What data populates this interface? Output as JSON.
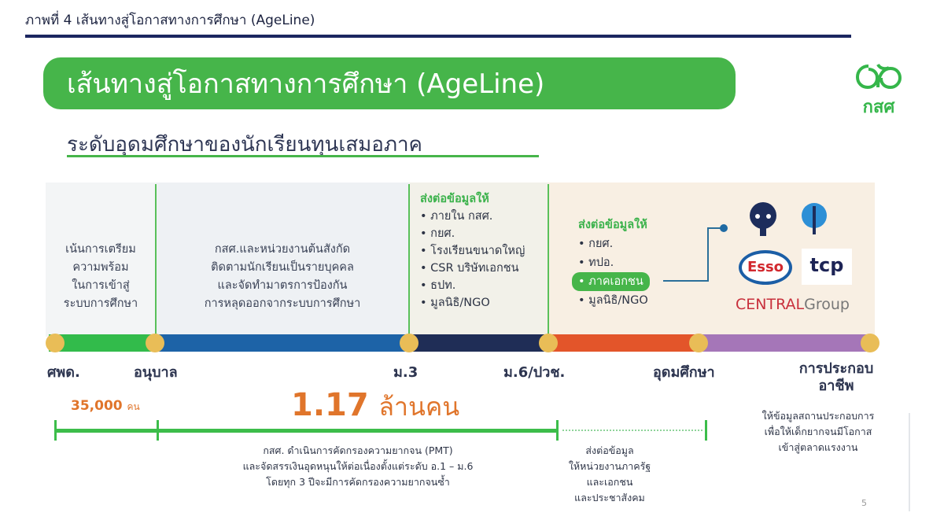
{
  "header": {
    "caption": "ภาพที่ 4 เส้นทางสู่โอกาสทางการศึกษา (AgeLine)"
  },
  "title": "เส้นทางสู่โอกาสทางการศึกษา (AgeLine)",
  "subtitle": "ระดับอุดมศึกษาของนักเรียนทุนเสมอภาค",
  "logo": {
    "text": "กสศ"
  },
  "panels": {
    "p1": [
      "เน้นการเตรียม",
      "ความพร้อม",
      "ในการเข้าสู่",
      "ระบบการศึกษา"
    ],
    "p2": [
      "กสศ.และหน่วยงานต้นสังกัด",
      "ติดตามนักเรียนเป็นรายบุคคล",
      "และจัดทำมาตรการป้องกัน",
      "การหลุดออกจากระบบการศึกษา"
    ],
    "p3": {
      "heading": "ส่งต่อข้อมูลให้",
      "items": [
        "• ภายใน กสศ.",
        "• กยศ.",
        "• โรงเรียนขนาดใหญ่",
        "• CSR บริษัทเอกชน",
        "• ธปท.",
        "• มูลนิธิ/NGO"
      ]
    },
    "p4": {
      "heading": "ส่งต่อข้อมูลให้",
      "items": [
        "• กยศ.",
        "• ทปอ.",
        "• ภาคเอกชน",
        "• มูลนิธิ/NGO"
      ]
    }
  },
  "partners": {
    "esso": "Esso",
    "tcp": "tcp",
    "central_a": "CENTRAL",
    "central_b": "Group"
  },
  "stages": [
    "ศพด.",
    "อนุบาล",
    "ม.3",
    "ม.6/ปวช.",
    "อุดมศึกษา",
    "การประกอบ",
    "อาชีพ"
  ],
  "counts": {
    "small": "35,000",
    "small_unit": "คน",
    "big": "1.17",
    "big_unit": "ล้านคน"
  },
  "notes": {
    "pmt": [
      "กสศ. ดำเนินการคัดกรองความยากจน (PMT)",
      "และจัดสรรเงินอุดหนุนให้ต่อเนื่องตั้งแต่ระดับ อ.1 – ม.6",
      "โดยทุก 3 ปีจะมีการคัดกรองความยากจนซ้ำ"
    ],
    "handoff": [
      "ส่งต่อข้อมูล",
      "ให้หน่วยงานภาครัฐ",
      "และเอกชน",
      "และประชาสังคม"
    ],
    "career": [
      "ให้ข้อมูลสถานประกอบการ",
      "เพื่อให้เด็กยากจนมีโอกาส",
      "เข้าสู่ตลาดแรงงาน"
    ]
  },
  "page_number": "5",
  "colors": {
    "green": "#46b54a",
    "blue": "#1d63a7",
    "navy": "#1f2d56",
    "orange": "#e3552a",
    "purple": "#a576b8",
    "dot": "#e9bd57",
    "accent": "#e0752b"
  }
}
